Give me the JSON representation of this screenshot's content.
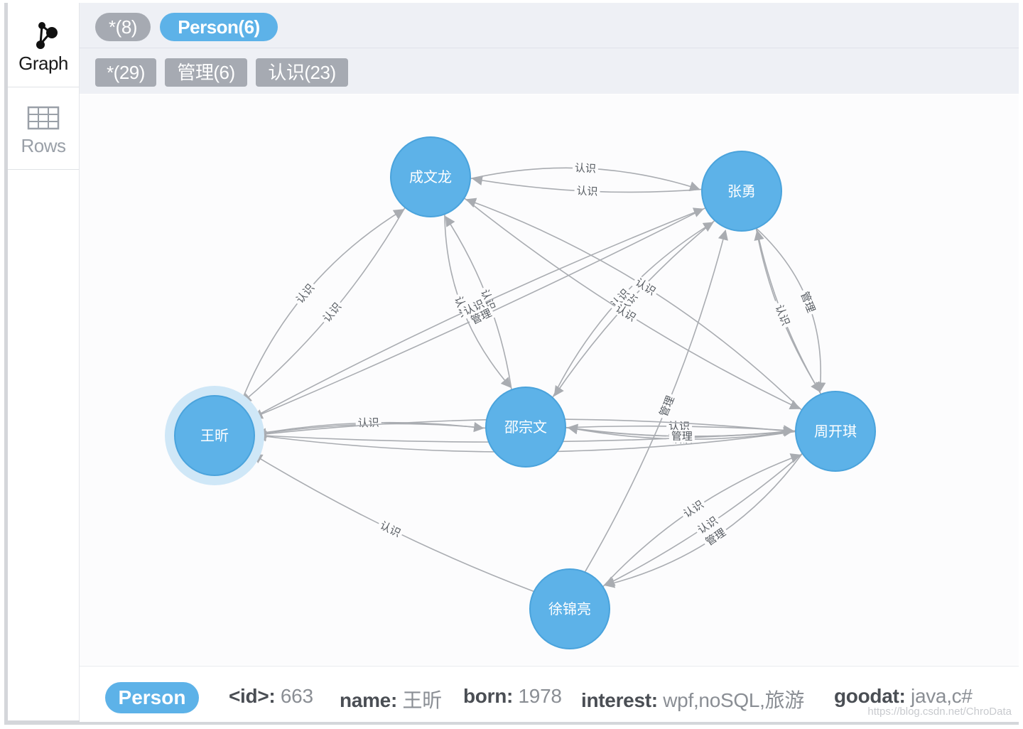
{
  "sidebar": {
    "graph_label": "Graph",
    "rows_label": "Rows"
  },
  "toolbar": {
    "node_filters": [
      "*(8)",
      "Person(6)"
    ],
    "rel_filters": [
      "*(29)",
      "管理(6)",
      "认识(23)"
    ]
  },
  "graph": {
    "colors": {
      "node_fill": "#5db2e8",
      "node_stroke": "#4aa3dc",
      "selected_halo": "#cfe7f7",
      "edge": "#a9acb1"
    },
    "nodes": [
      {
        "label": "成文龙"
      },
      {
        "label": "张勇"
      },
      {
        "label": "王昕"
      },
      {
        "label": "邵宗文"
      },
      {
        "label": "周开琪"
      },
      {
        "label": "徐锦亮"
      }
    ],
    "edges": [
      {
        "label": "认识"
      },
      {
        "label": "认识"
      },
      {
        "label": "认识"
      },
      {
        "label": "认识"
      },
      {
        "label": "认识"
      },
      {
        "label": "认识"
      },
      {
        "label": "认识"
      },
      {
        "label": "认识"
      },
      {
        "label": "认识"
      },
      {
        "label": "认识"
      },
      {
        "label": "认识"
      },
      {
        "label": "认识"
      },
      {
        "label": "认识"
      },
      {
        "label": "认识"
      },
      {
        "label": "认识"
      },
      {
        "label": "认识"
      },
      {
        "label": "认识"
      },
      {
        "label": "认识"
      },
      {
        "label": "认识"
      },
      {
        "label": "认识"
      },
      {
        "label": "认识"
      },
      {
        "label": "认识"
      },
      {
        "label": "认识"
      },
      {
        "label": "管理"
      },
      {
        "label": "管理"
      },
      {
        "label": "管理"
      },
      {
        "label": "管理"
      },
      {
        "label": "管理"
      },
      {
        "label": "管理"
      }
    ]
  },
  "status": {
    "label": "Person",
    "props": [
      {
        "key": "<id>:",
        "value": "663"
      },
      {
        "key": "name:",
        "value": "王昕"
      },
      {
        "key": "born:",
        "value": "1978"
      },
      {
        "key": "interest:",
        "value": "wpf,noSQL,旅游"
      },
      {
        "key": "goodat:",
        "value": "java,c#"
      }
    ],
    "watermark": "https://blog.csdn.net/ChroData"
  }
}
